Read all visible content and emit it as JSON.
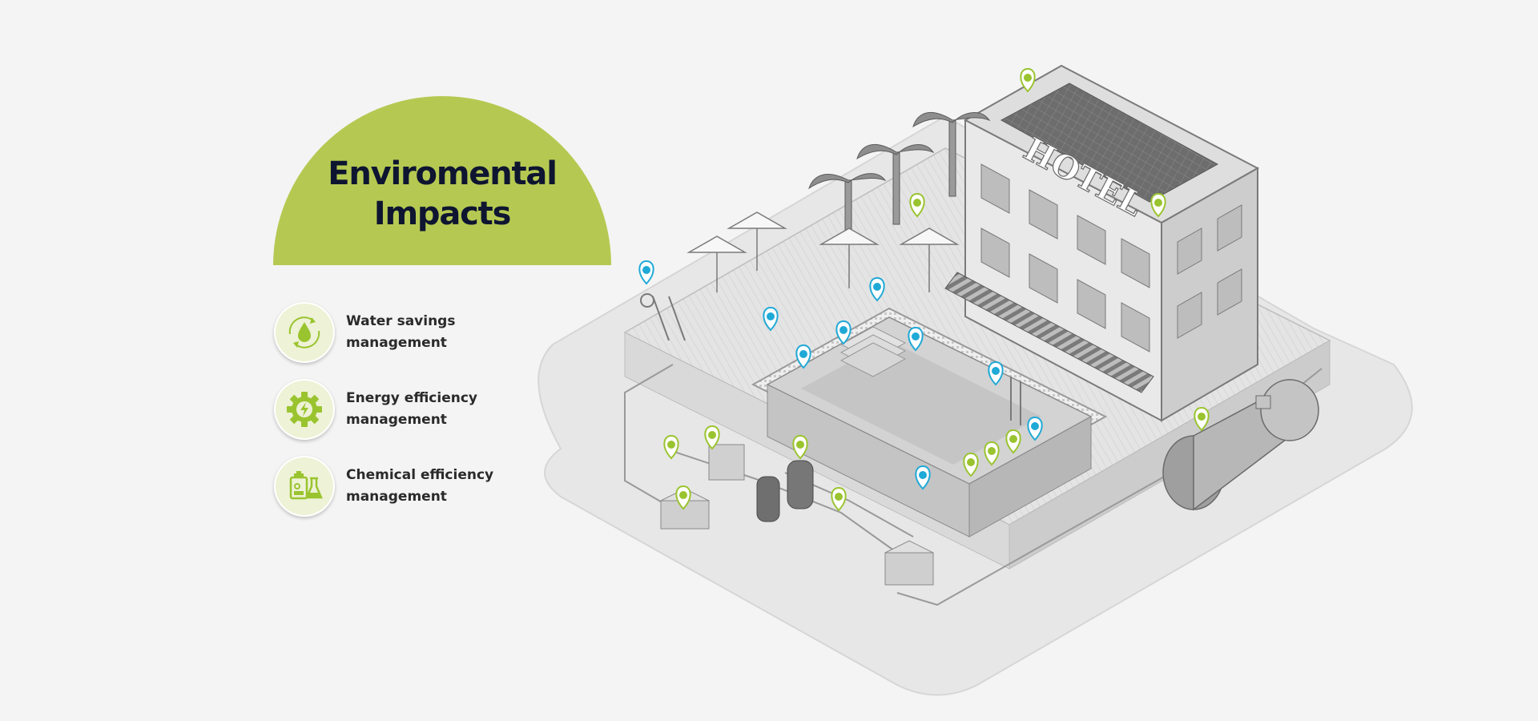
{
  "title": {
    "line1": "Enviromental",
    "line2": "Impacts"
  },
  "legend": [
    {
      "icon": "water-savings-icon",
      "line1": "Water savings",
      "line2": "management"
    },
    {
      "icon": "energy-efficiency-icon",
      "line1": "Energy efficiency",
      "line2": "management"
    },
    {
      "icon": "chemical-efficiency-icon",
      "line1": "Chemical efficiency",
      "line2": "management"
    }
  ],
  "illustration": {
    "sign": "HOTEL"
  },
  "colors": {
    "background": "#f4f4f4",
    "accent_green": "#b5c952",
    "icon_green": "#9ac42f",
    "marker_blue": "#1fa9d6",
    "title_navy": "#0e1530"
  }
}
